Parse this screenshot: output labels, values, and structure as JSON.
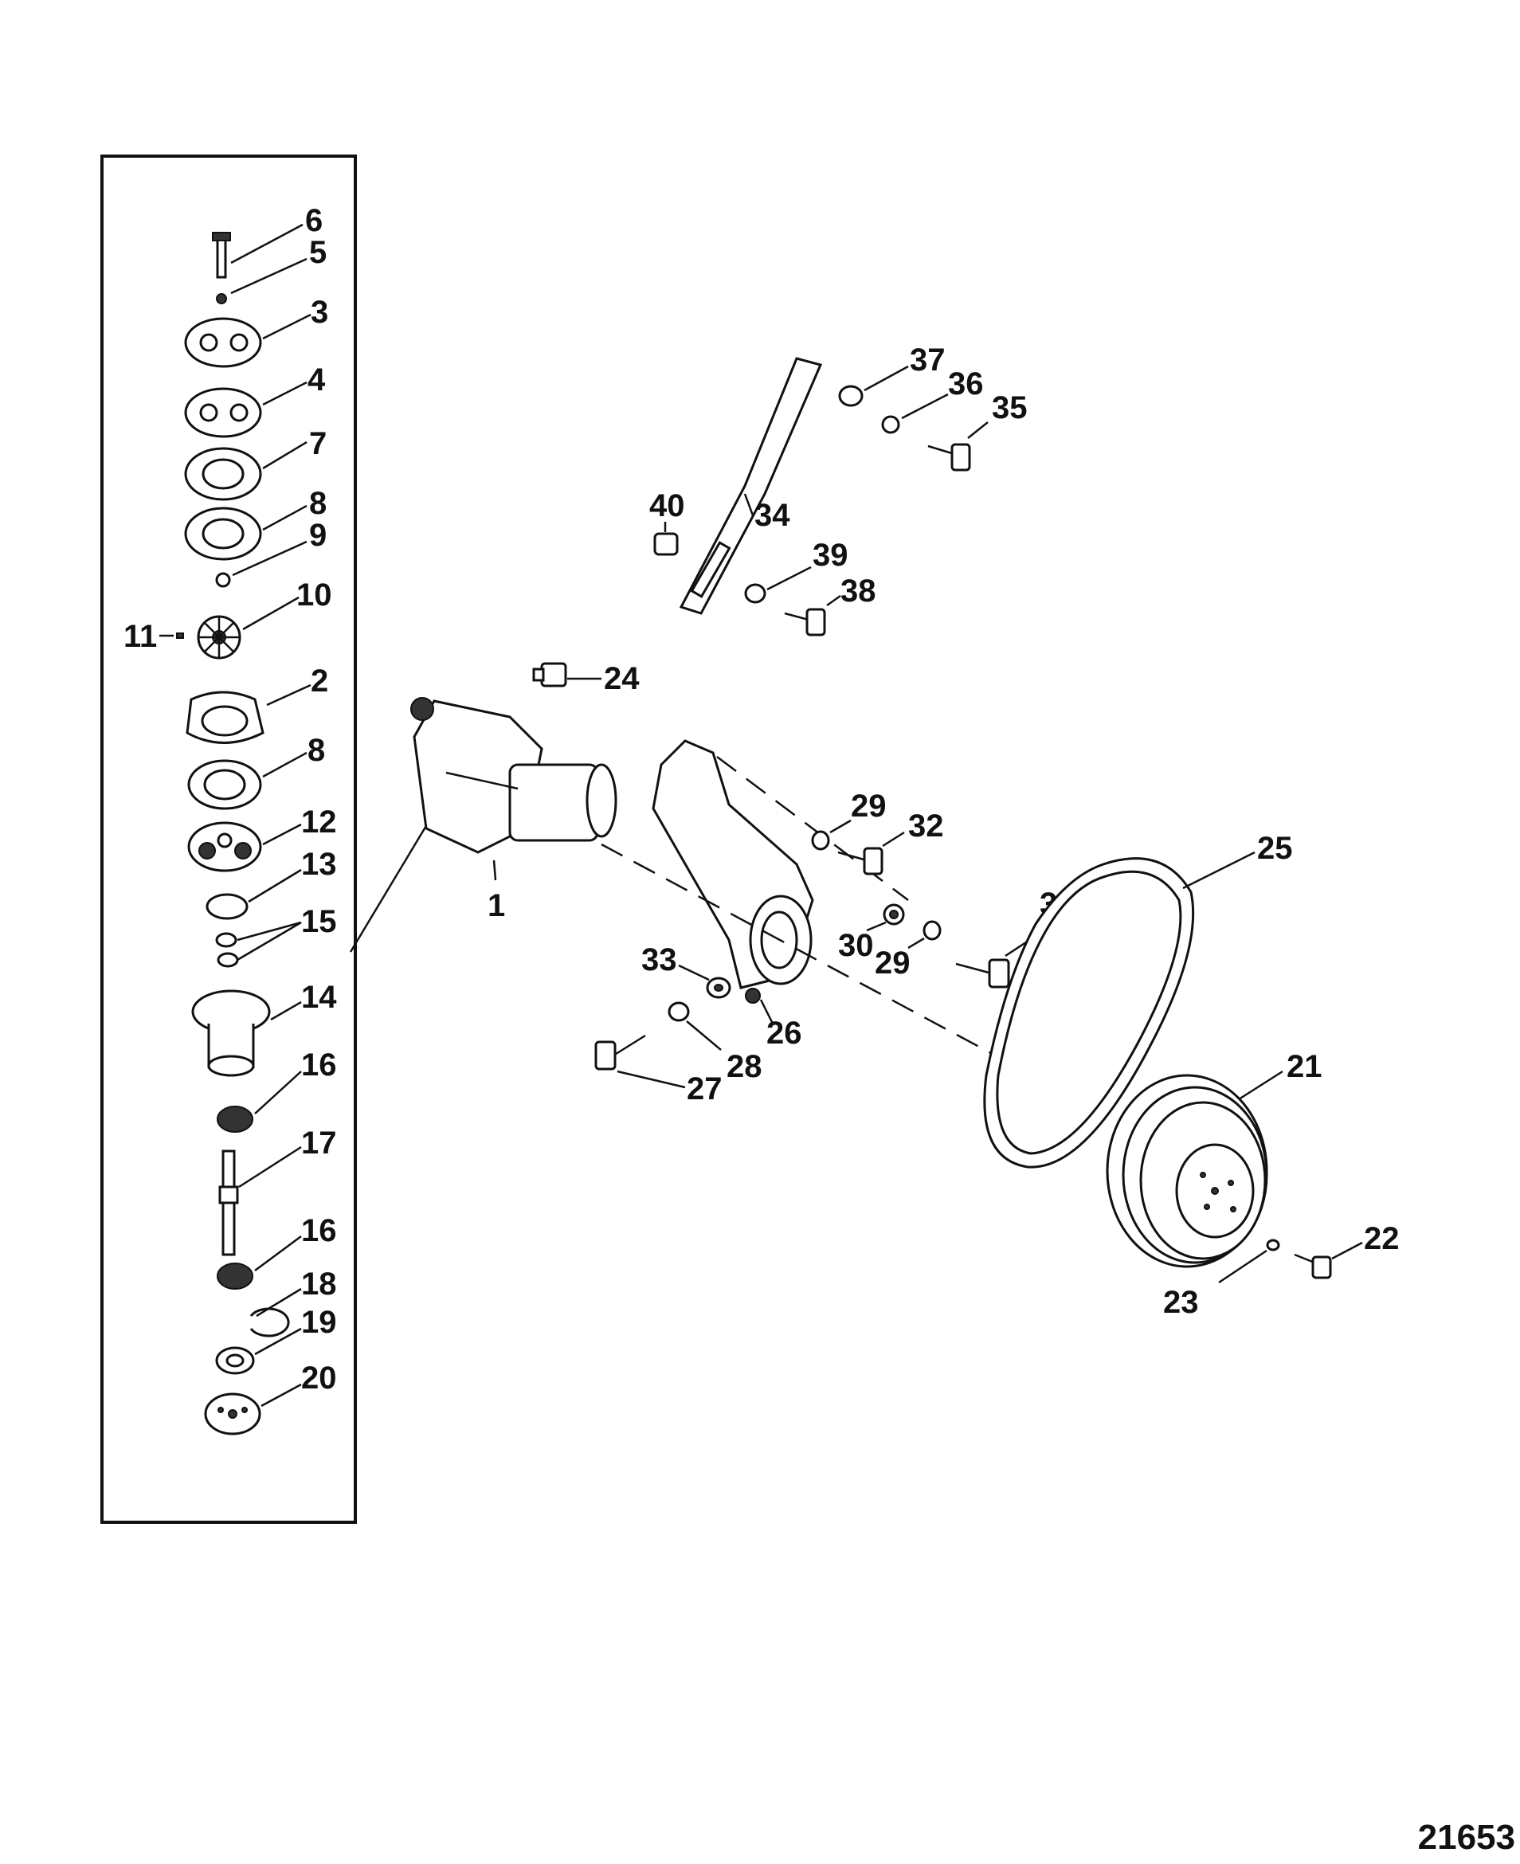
{
  "figure": {
    "number": "21653"
  },
  "callouts": {
    "c1": "1",
    "c2": "2",
    "c3": "3",
    "c4": "4",
    "c5": "5",
    "c6": "6",
    "c7": "7",
    "c8a": "8",
    "c8b": "8",
    "c9": "9",
    "c10": "10",
    "c11": "11",
    "c12": "12",
    "c13": "13",
    "c14": "14",
    "c15": "15",
    "c16a": "16",
    "c16b": "16",
    "c17": "17",
    "c18": "18",
    "c19": "19",
    "c20": "20",
    "c21": "21",
    "c22": "22",
    "c23": "23",
    "c24": "24",
    "c25": "25",
    "c26": "26",
    "c27": "27",
    "c28": "28",
    "c29a": "29",
    "c29b": "29",
    "c30": "30",
    "c31": "31",
    "c32": "32",
    "c33": "33",
    "c34": "34",
    "c35": "35",
    "c36": "36",
    "c37": "37",
    "c38": "38",
    "c39": "39",
    "c40": "40"
  }
}
